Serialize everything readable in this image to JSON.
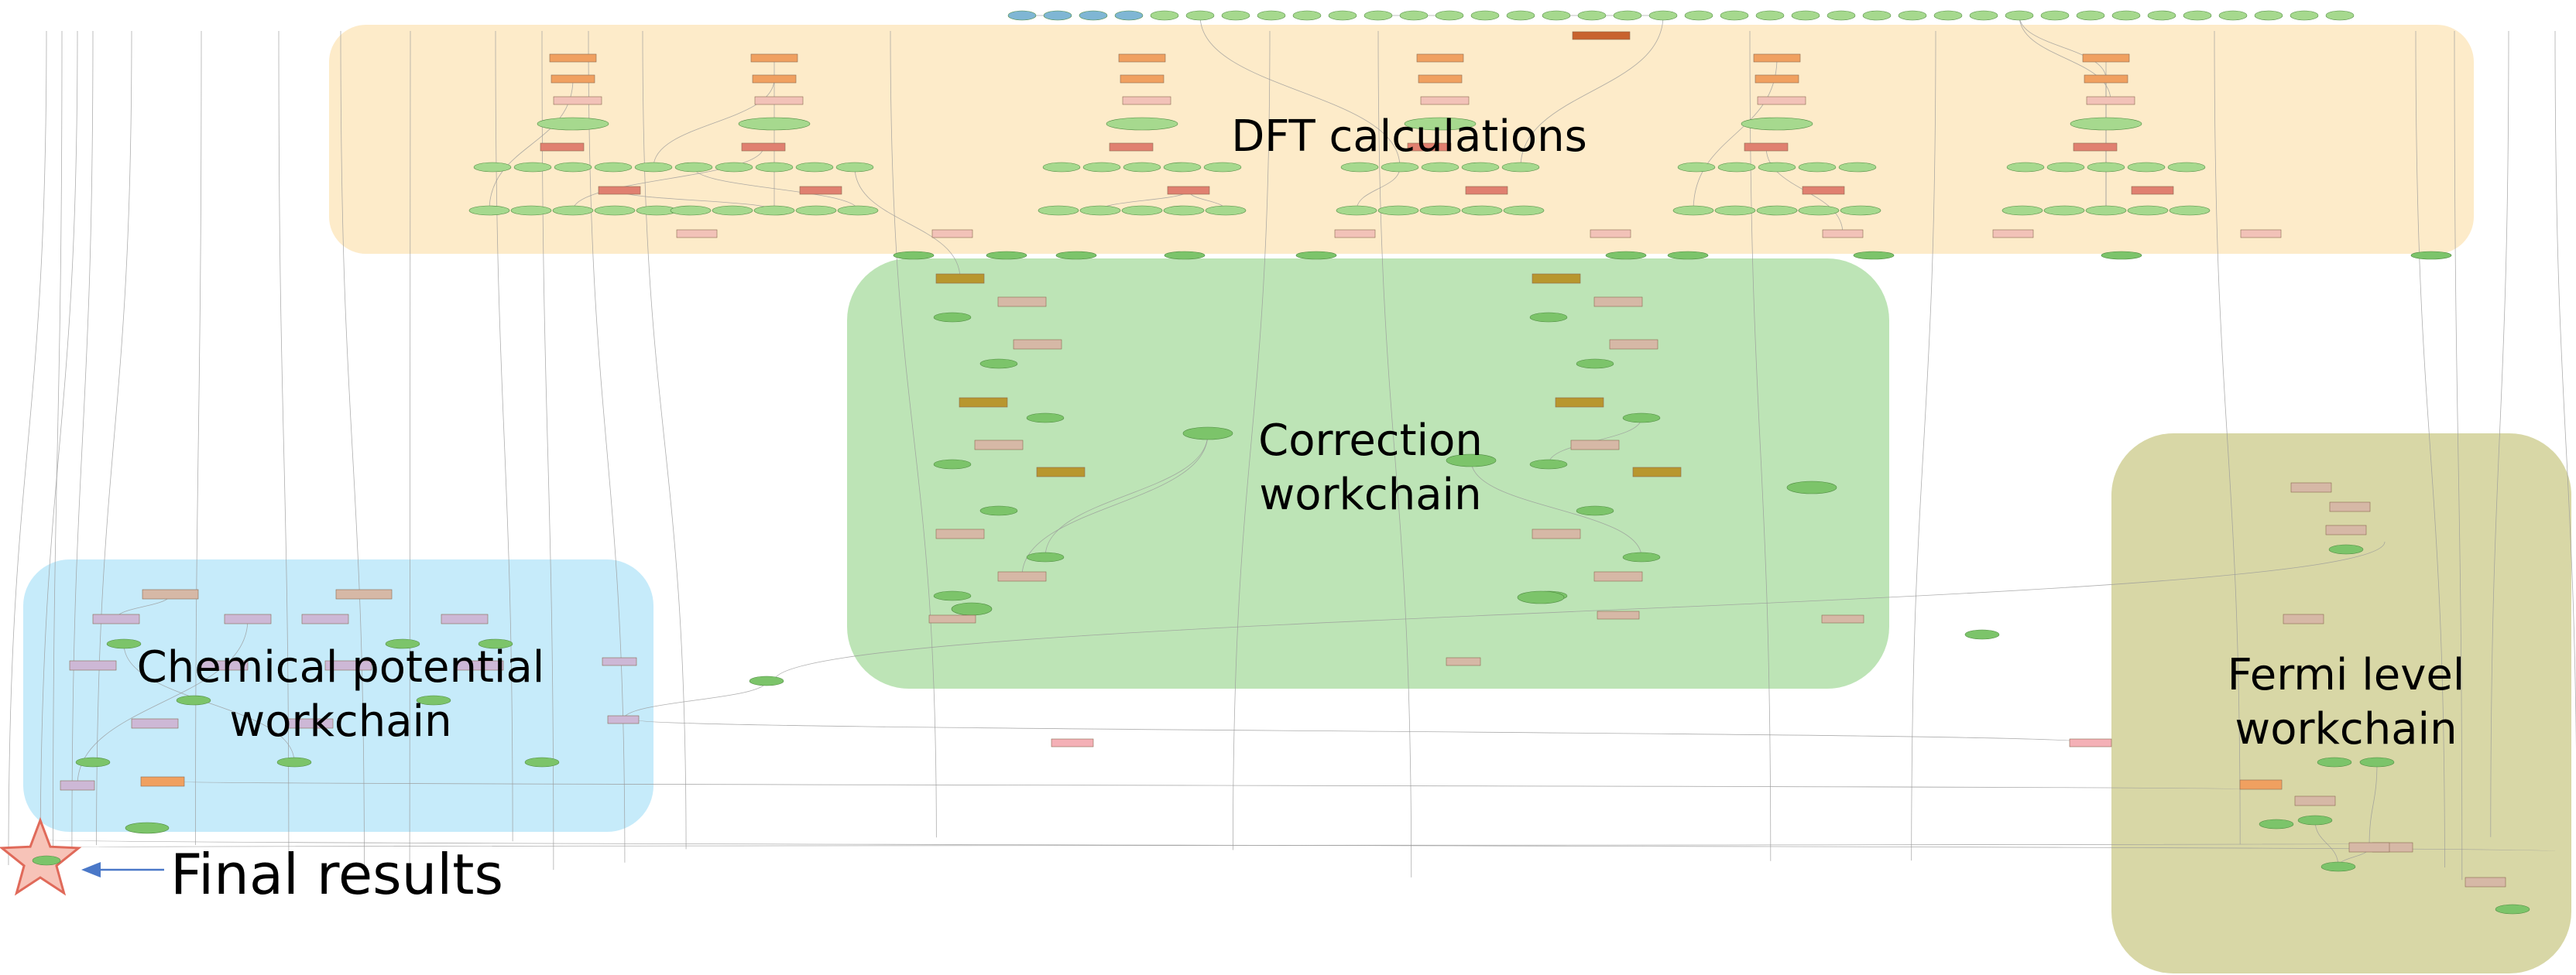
{
  "diagram": {
    "regions": [
      {
        "id": "dft",
        "label": "DFT calculations",
        "color": "#fdebc9"
      },
      {
        "id": "correction",
        "label": "Correction\nworkchain",
        "color": "#bde4b6"
      },
      {
        "id": "chempot",
        "label": "Chemical potential\nworkchain",
        "color": "#c6ebfa"
      },
      {
        "id": "fermi",
        "label": "Fermi level\nworkchain",
        "color": "#d8d7a6"
      }
    ],
    "final_label": "Final results",
    "colors": {
      "orange_node": "#f0a060",
      "red_node": "#e08070",
      "pink_node": "#f2c2b8",
      "green_node": "#7cc46a",
      "light_green_node": "#a6d98e",
      "brown_node": "#b8962e",
      "tan_node": "#d6b8a6",
      "purple_node": "#cdb8d6",
      "blue_node": "#7fb6d4",
      "edge": "#9a9a9a",
      "star_fill": "#f7c3b8",
      "star_stroke": "#e06a5a",
      "arrow": "#4a78c8"
    }
  }
}
